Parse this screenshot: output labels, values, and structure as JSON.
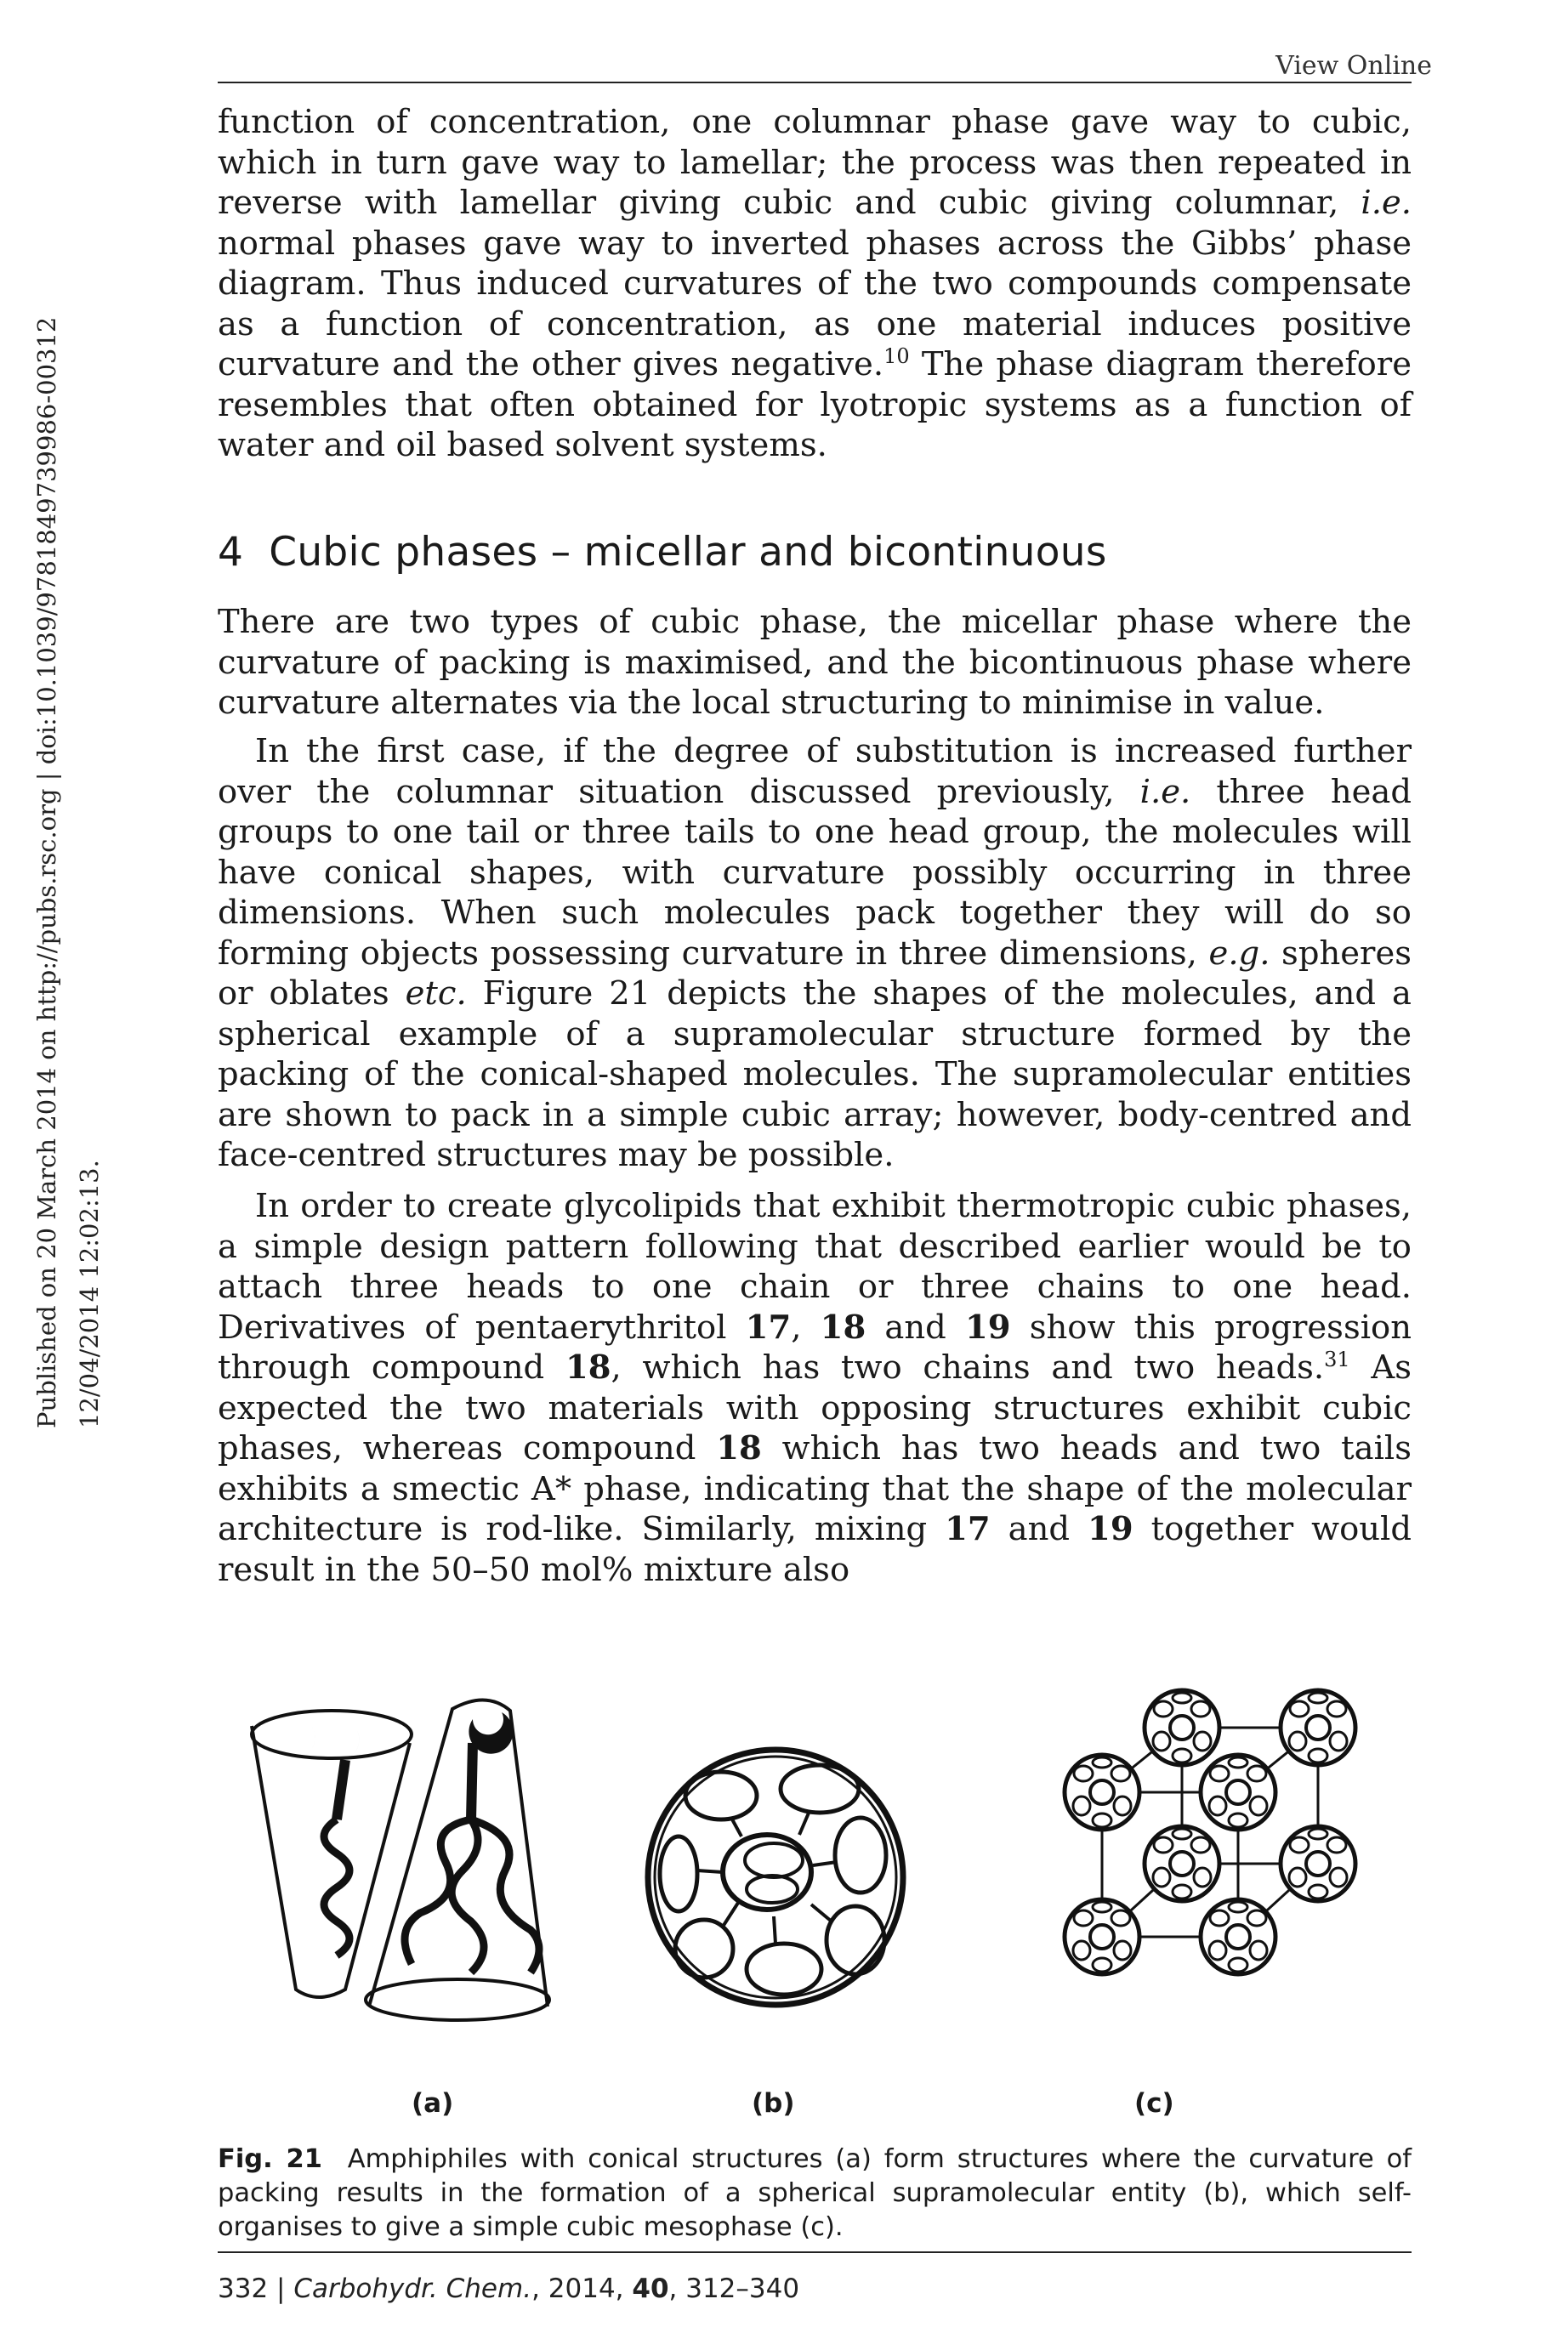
{
  "header": {
    "view_online": "View Online"
  },
  "side_stamp": {
    "line1": "Published on 20 March 2014 on http://pubs.rsc.org | doi:10.1039/9781849739986-00312",
    "line2": "12/04/2014 12:02:13."
  },
  "body": {
    "p1": "function of concentration, one columnar phase gave way to cubic, which in turn gave way to lamellar; the process was then repeated in reverse with lamellar giving cubic and cubic giving columnar, ",
    "p1_ie": "i.e.",
    "p1_b": " normal phases gave way to inverted phases across the Gibbs’ phase diagram. Thus in­duced curvatures of the two compounds compensate as a function of concentration, as one material induces positive curvature and the other gives negative.",
    "p1_ref": "10",
    "p1_c": " The phase diagram therefore resembles that often ob­tained for lyotropic systems as a function of water and oil based solvent systems.",
    "section_number": "4",
    "section_title": "Cubic phases – micellar and bicontinuous",
    "p2": "There are two types of cubic phase, the micellar phase where the curva­ture of packing is maximised, and the bicontinuous phase where curva­ture alternates via the local structuring to minimise in value.",
    "p3_a": "In the first case, if the degree of substitution is increased further over the columnar situation discussed previously, ",
    "p3_ie": "i.e.",
    "p3_b": " three head groups to one tail or three tails to one head group, the molecules will have conical shapes, with curvature possibly occurring in three dimensions. When such molecules pack together they will do so forming objects possessing curvature in three dimensions, ",
    "p3_eg": "e.g.",
    "p3_c": " spheres or oblates ",
    "p3_etc": "etc.",
    "p3_d": " Figure 21 de­picts the shapes of the molecules, and a spherical example of a supra­molecular structure formed by the packing of the conical-shaped molecules. The supramolecular entities are shown to pack in a simple cubic array; however, body-centred and face-centred structures may be possible.",
    "p4_a": "In order to create glycolipids that exhibit thermotropic cubic phases, a simple design pattern following that described earlier would be to attach three heads to one chain or three chains to one head. Derivatives of pentaerythritol ",
    "p4_c17": "17",
    "p4_b": ", ",
    "p4_c18": "18",
    "p4_c": " and ",
    "p4_c19": "19",
    "p4_d": " show this progression through compound ",
    "p4_c18b": "18",
    "p4_e": ", which has two chains and two heads.",
    "p4_ref": "31",
    "p4_f": " As expected the two materials with opposing structures exhibit cubic phases, whereas compound ",
    "p4_c18c": "18",
    "p4_g": " which has two heads and two tails exhibits a smectic A* phase, indicating that the shape of the molecular architecture is rod-like. Similarly, mixing ",
    "p4_c17b": "17",
    "p4_h": " and ",
    "p4_c19b": "19",
    "p4_i": " together would result in the 50–50 mol% mixture also"
  },
  "figure": {
    "label_a": "(a)",
    "label_b": "(b)",
    "label_c": "(c)",
    "caption_prefix": "Fig. 21",
    "caption_text": "  Amphiphiles with conical structures (a) form structures where the curvature of packing results in the formation of a spherical supramolecular entity (b), which self-organises to give a simple cubic mesophase (c)."
  },
  "footer": {
    "page": "332",
    "sep": " | ",
    "journal": "Carbohydr. Chem.",
    "year": ", 2014, ",
    "volume": "40",
    "pages": ", 312–340"
  }
}
